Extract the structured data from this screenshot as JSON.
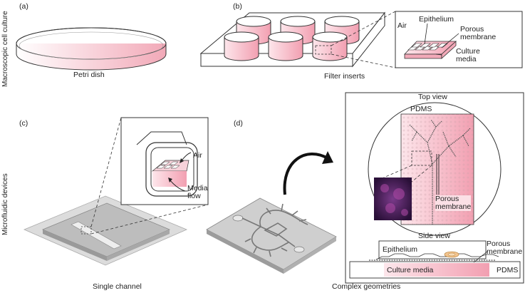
{
  "side_labels": {
    "macroscopic": "Macroscopic cell culture",
    "microfluidic": "Microfluidic devices"
  },
  "panels": {
    "a": {
      "letter": "(a)",
      "caption": "Petri dish"
    },
    "b": {
      "letter": "(b)",
      "caption": "Filter inserts",
      "zoom": {
        "air": "Air",
        "epithelium": "Epithelium",
        "porous": "Porous\nmembrane",
        "culture": "Culture\nmedia"
      }
    },
    "c": {
      "letter": "(c)",
      "caption": "Single channel",
      "zoom": {
        "air": "Air",
        "media": "Media\nflow"
      }
    },
    "d": {
      "letter": "(d)",
      "caption": "Complex geometries",
      "top_view": {
        "title": "Top view",
        "pdms": "PDMS",
        "porous": "Porous\nmembrane"
      },
      "side_view": {
        "title": "Side view",
        "epithelium": "Epithelium",
        "porous": "Porous\nmembrane",
        "culture": "Culture media",
        "pdms": "PDMS"
      }
    }
  },
  "colors": {
    "pink": "#f4b7c3",
    "grey": "#b9b9b9",
    "dark": "#222222",
    "purple": "#5a2a6e"
  }
}
